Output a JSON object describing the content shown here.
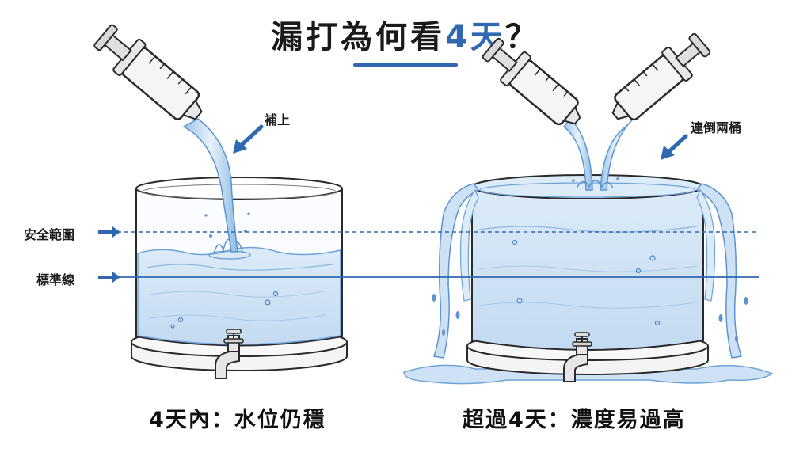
{
  "title": {
    "main": "漏打為何看",
    "accent": "4天",
    "suffix": "？"
  },
  "labels": {
    "left_arrow": "補上",
    "right_arrow": "連倒兩桶",
    "safe_range": "安全範圍",
    "standard_line": "標準線"
  },
  "captions": {
    "left": "4天內：水位仍穩",
    "right": "超過4天：濃度易過高"
  },
  "colors": {
    "accent": "#2f68b0",
    "water": "#cfe2f5",
    "water_edge": "#6fa3d6",
    "outline": "#2a2a2a"
  },
  "icons": [
    "syringe-icon",
    "arrow-icon",
    "faucet-icon",
    "water-barrel-icon"
  ]
}
